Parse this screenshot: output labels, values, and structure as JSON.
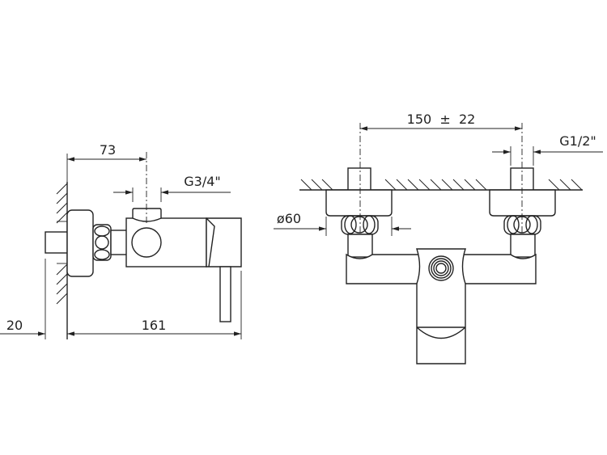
{
  "side_view": {
    "dim_center_offset": "73",
    "dim_inlet_thread": "G3/4\"",
    "dim_pipe_stub": "20",
    "dim_overall_depth": "161"
  },
  "front_view": {
    "dim_inlet_spacing": "150  ±  22",
    "dim_connection_thread": "G1/2\"",
    "dim_flange_diameter": "ø60"
  },
  "colors": {
    "line": "#222222",
    "background": "#ffffff"
  }
}
